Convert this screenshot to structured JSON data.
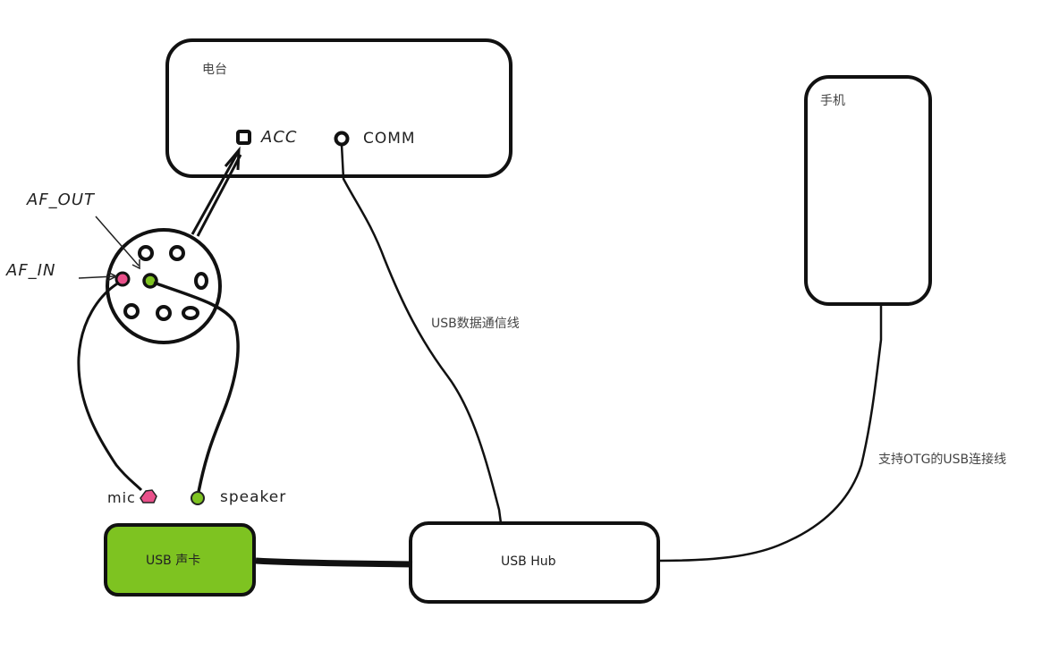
{
  "diagram": {
    "title": "USB sound card radio connection diagram",
    "colors": {
      "stroke": "#111111",
      "soundcard_fill": "#7ec321",
      "mic_pin": "#e9508a",
      "speaker_pin": "#7ec321",
      "background": "#ffffff"
    },
    "nodes": {
      "radio": {
        "label": "电台",
        "ports": {
          "acc": "ACC",
          "comm": "COMM"
        }
      },
      "phone": {
        "label": "手机"
      },
      "soundcard": {
        "label": "USB 声卡"
      },
      "hub": {
        "label": "USB Hub"
      },
      "connector": {
        "af_out_label": "AF_OUT",
        "af_in_label": "AF_IN",
        "pin_count": 8
      },
      "mic": {
        "label": "mic"
      },
      "speaker": {
        "label": "speaker"
      }
    },
    "edges": [
      {
        "from": "connector",
        "to": "radio.acc",
        "label": ""
      },
      {
        "from": "radio.comm",
        "to": "hub",
        "label": "USB数据通信线"
      },
      {
        "from": "phone",
        "to": "hub",
        "label": "支持OTG的USB连接线"
      },
      {
        "from": "soundcard",
        "to": "hub",
        "label": ""
      },
      {
        "from": "connector.af_in",
        "to": "mic",
        "label": ""
      },
      {
        "from": "connector.af_out",
        "to": "speaker",
        "label": ""
      }
    ]
  }
}
